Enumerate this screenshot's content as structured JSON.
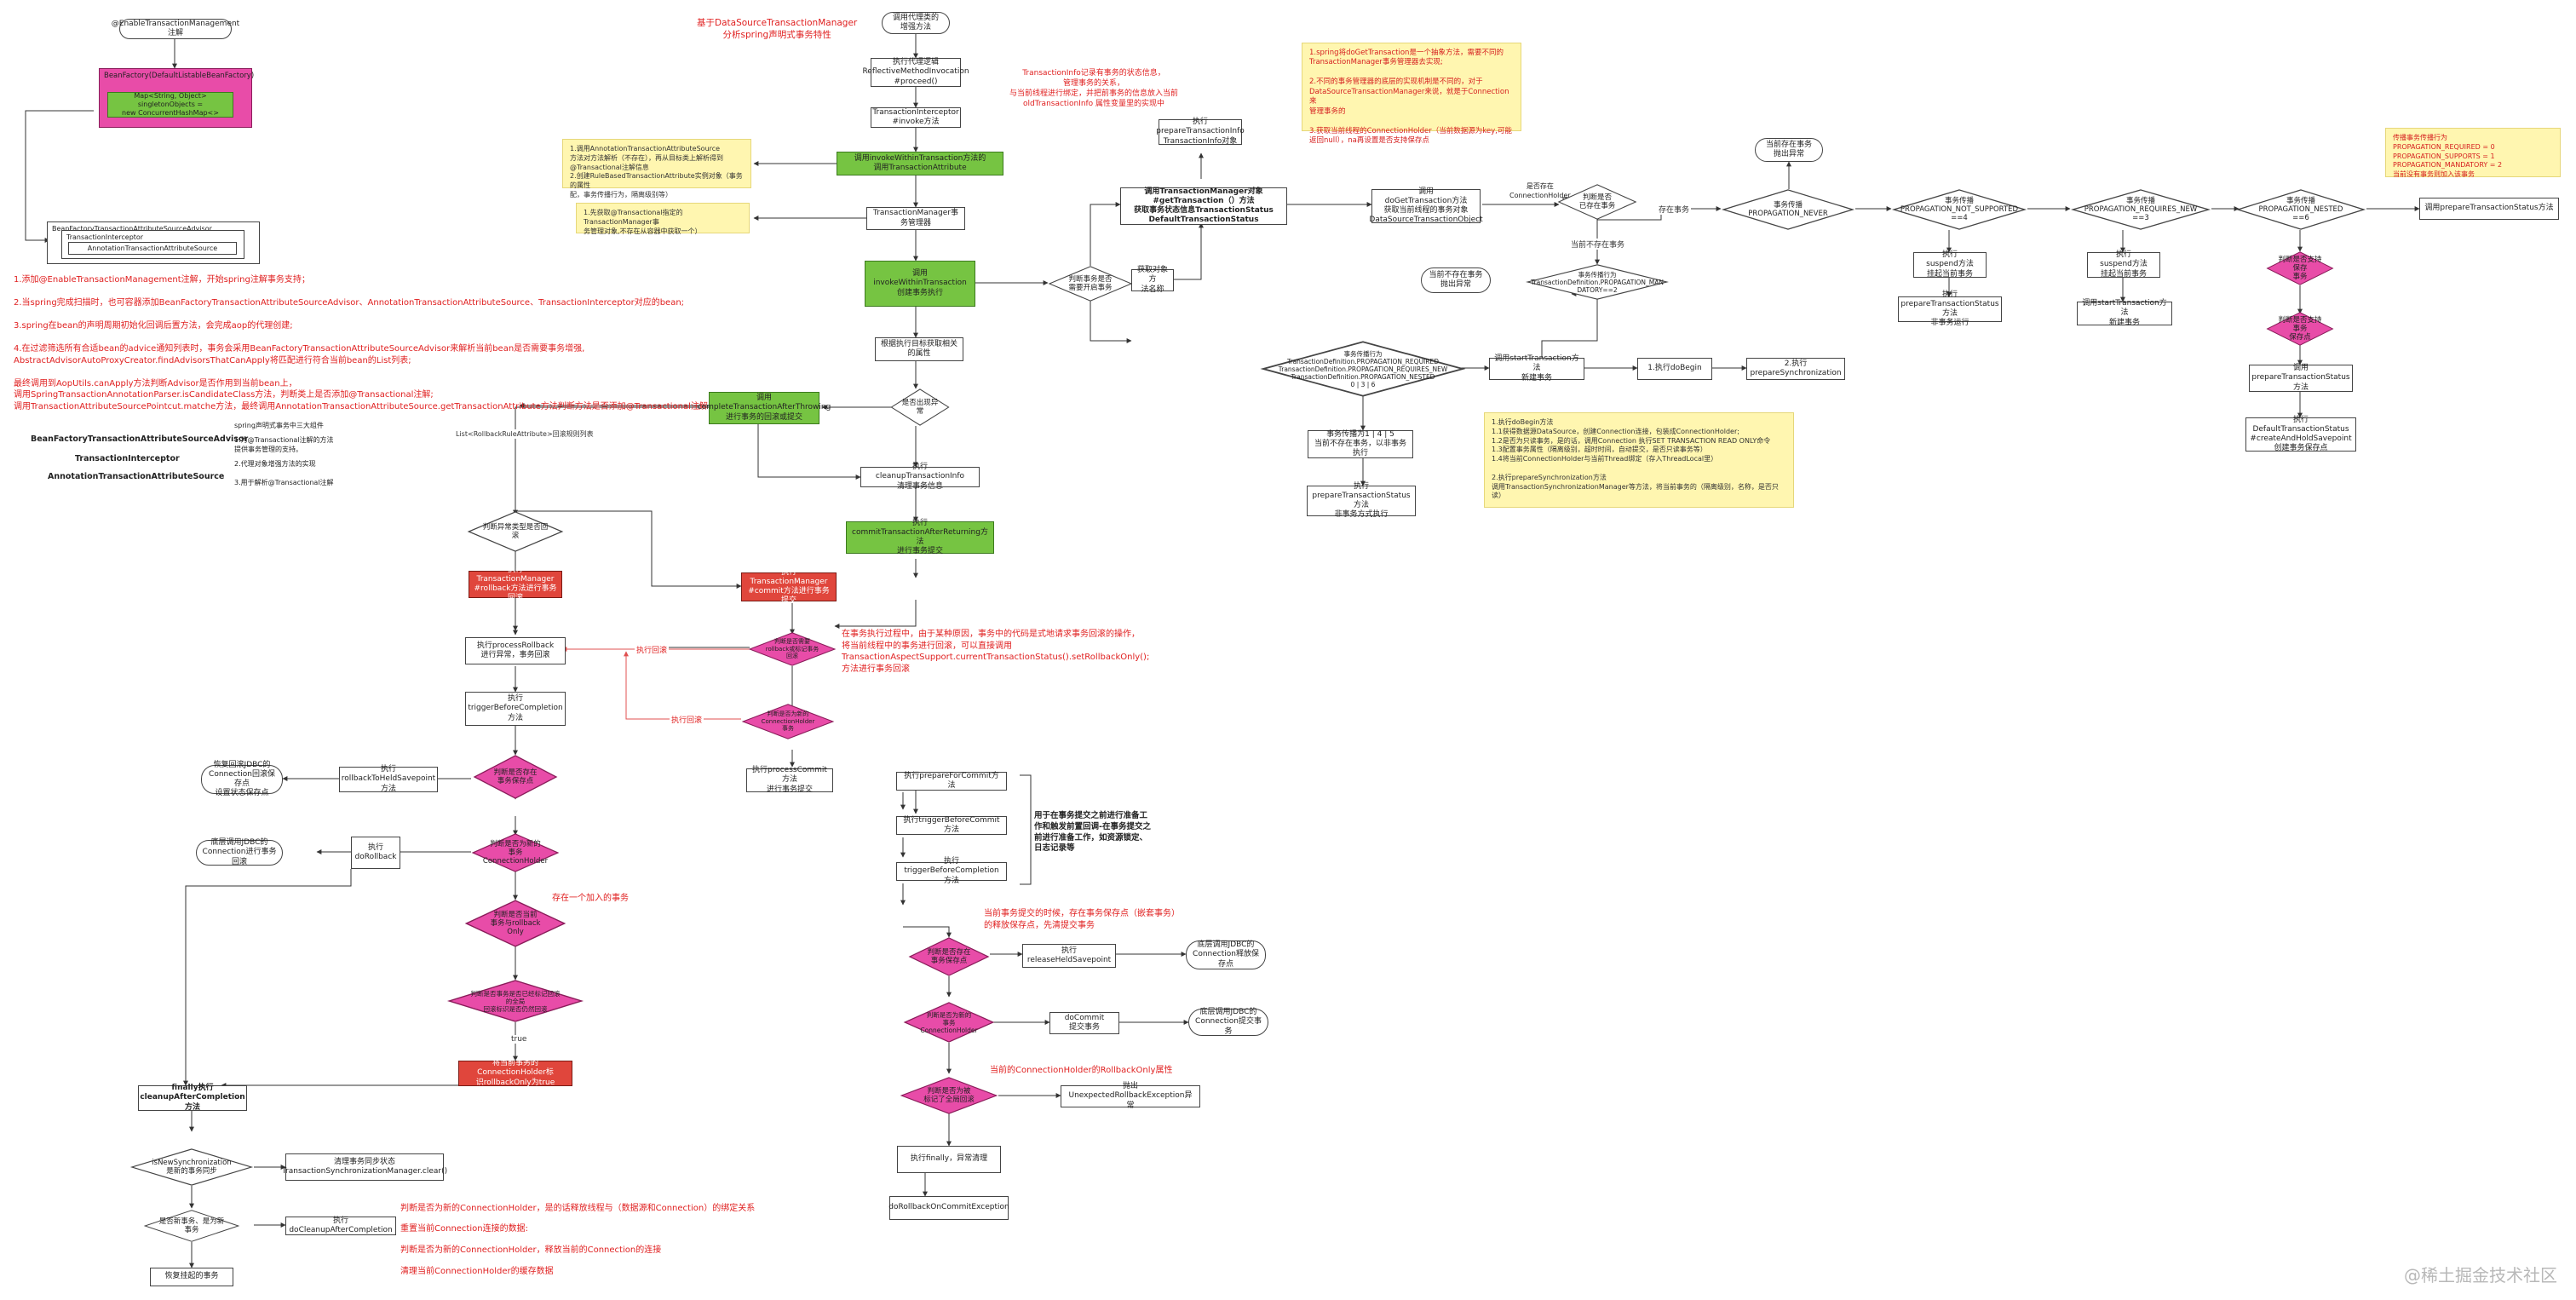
{
  "nodes": {
    "enable_tm": "@EnableTransactionManagement\n注解",
    "bean_factory": "BeanFactory(DefaultListableBeanFactory)",
    "bean_map": "Map<String, Object> singletonObjects =\nnew ConcurrentHashMap<>",
    "tx_advisor": "BeanFactoryTransactionAttributeSourceAdvisor",
    "tx_interceptor": "TransactionInterceptor",
    "annotation_source": "AnnotationTransactionAttributeSource",
    "proxy_call": "调用代理类的\n增强方法",
    "reflective": "执行代理逻辑\nReflectiveMethodInvocation\n#proceed()",
    "invoke": "TransactionInterceptor\n#invoke方法",
    "invoke_within": "调用invokeWithinTransaction方法的\n调用TransactionAttribute",
    "determine_tm": "TransactionManager事务管理器",
    "proceed_with_invocation": "调用\ninvokeWithinTransaction\n创建事务执行",
    "get_tx_attr": "根据执行目标获取相关的属性",
    "is_exception": "是否出现异常",
    "complete_after_throwing": "调用\ncompleteTransactionAfterThrowing\n进行事务的回滚或提交",
    "cleanup_info": "执行\ncleanupTransactionInfo\n清理事务信息",
    "commit_after_returning": "执行\ncommitTransactionAfterReturning方法\n进行事务提交",
    "create_if_necessary": "判断事务是否\n需要开启事务",
    "get_tx_from_tm": "获取对象方\n法名称",
    "prepare_info": "执行\nprepareTransactionInfo\nTransactionInfo对象",
    "tm_get_transaction": "调用TransactionManager对象\n#getTransaction（）方法\n获取事务状态信息TransactionStatus\nDefaultTransactionStatus",
    "do_get_transaction": "调用\ndoGetTransaction方法\n获取当前线程的事务对象\nDataSourceTransactionObject",
    "has_connection": "是否存在\nConnectionHolder",
    "is_existing": "判断是否\n已存在事务",
    "exists_label": "存在事务",
    "no_exist_label": "当前不存在事务",
    "propagation_never": "事务传播\nPROPAGATION_NEVER",
    "throw_never": "当前存在事务\n抛出异常",
    "not_supported": "事务传播\nPROPAGATION_NOT_SUPPORTED\n==4",
    "requires_new": "事务传播\nPROPAGATION_REQUIRES_NEW\n==3",
    "nested": "事务传播\nPROPAGATION_NESTED\n==6",
    "prepare_status_nested": "调用prepareTransactionStatus方法",
    "suspend1": "执行\nsuspend方法\n挂起当前事务",
    "prepare_status1": "执行\nprepareTransactionStatus方法\n非事务运行",
    "suspend2": "执行\nsuspend方法\n挂起当前事务",
    "start_tx2": "调用startTransaction方法\n新建事务",
    "savepoint_allowed": "判断是否支持保存\n事务",
    "use_savepoint": "判断是否支持事务\n保存点",
    "prepare_status3": "调用\nprepareTransactionStatus方法",
    "create_savepoint": "执行DefaultTransactionStatus\n#createAndHoldSavepoint\n创建事务保存点",
    "mandatory_check": "事务传播行为\nTransactionDefinition.PROPAGATION_MAN\nDATORY==2",
    "throw_mandatory": "当前不存在事务\n抛出异常",
    "required_check": "事务传播行为\nTransactionDefinition.PROPAGATION_REQUIRED\nTransactionDefinition.PROPAGATION_REQUIRES_NEW\nTransactionDefinition.PROPAGATION_NESTED\n0 | 3 | 6",
    "start_transaction": "调用startTransaction方法\n新建事务",
    "do_begin": "1.执行doBegin",
    "prepare_sync": "2.执行prepareSynchronization",
    "empty_tx": "事务传播为1 | 4 | 5\n当前不存在事务，以非事务执行",
    "prepare_status_empty": "执行\nprepareTransactionStatus方法\n非事务方式执行",
    "rollback_on": "判断异常类型是否回滚",
    "tm_rollback": "执行TransactionManager\n#rollback方法进行事务回滚",
    "tm_commit": "执行TransactionManager\n#commit方法进行事务提交",
    "process_rollback": "执行processRollback\n进行异常，事务回滚",
    "trigger_before_completion": "执行\ntriggerBeforeCompletion方法",
    "has_savepoint": "判断是否存在\n事务保存点",
    "rollback_to_savepoint": "执行\nrollbackToHeldSavepoint方法",
    "restore_savepoint": "恢复回滚JDBC的\nConnection回滚保存点\n设置状态保存点",
    "is_new_tx": "判断是否为新的\n事务ConnectionHolder",
    "do_rollback": "执行\ndoRollback",
    "jdbc_rollback": "底层调用JDBC的\nConnection进行事务回滚",
    "has_tx": "判断是否当前\n事务与rollback\nOnly",
    "global_rollback": "判断是否事务是否已经标记回滚\n的全局\n回滚标识是否仍然回滚",
    "set_rollback_only": "将当前事务的ConnectionHolder标\n识rollbackOnly为true",
    "finally_cleanup": "finally执行\ncleanupAfterCompletion方法",
    "is_new_sync": "isNewSynchronization\n是新的事务同步",
    "clear_sync": "清理事务同步状态\nTransactionSynchronizationManager.clear()",
    "is_new_tx2": "是否新事务、是为新事务",
    "do_cleanup": "执行doCleanupAfterCompletion",
    "resume": "恢复挂起的事务",
    "is_rollback_only": "判断是否需要\nrollback或标记事务\n回滚",
    "is_new_conn_holder": "判断是否为新的\nConnectionHolder\n事务",
    "process_commit": "执行processCommit方法\n进行事务提交",
    "prepare_for_commit": "执行prepareForCommit方法",
    "trigger_before_commit": "执行triggerBeforeCommit方法",
    "trigger_before_completion2": "执行triggerBeforeCompletion方法",
    "commit_has_savepoint": "判断是否存在\n事务保存点",
    "release_savepoint": "执行\nreleaseHeldSavepoint",
    "release_jdbc": "底层调用JDBC的\nConnection释放保\n存点",
    "commit_is_new": "判断是否为新的\n事务ConnectionHolder",
    "do_commit": "doCommit\n提交事务",
    "jdbc_commit": "底层调用JDBC的\nConnection提交事务",
    "commit_rollback_only": "判断是否为被\n标记了全局回滚",
    "unexpected_rollback": "抛出UnexpectedRollbackException异常",
    "do_finally": "执行finally，异常清理",
    "do_rollback_on_commit": "doRollbackOnCommitException"
  },
  "edges": {
    "rollback_branch1": "执行回滚",
    "rollback_branch2": "执行回滚",
    "rollback_rule": "List<RollbackRuleAttribute>回滚规则列表",
    "true_label": "true",
    "has_exception": "存在事务",
    "no_exception": "当前不存在事务",
    "current_holder": "当前ConnectionHolder"
  },
  "notes": {
    "title_red": "基于DataSourceTransactionManager\n分析spring声明式事务特性",
    "info_red": "TransactionInfo记录有事务的状态信息，\n管理事务的关系，\n与当前线程进行绑定，并把前事务的信息放入当前\noldTransactionInfo 属性变量里的实现中",
    "note_invoke": "1.调用AnnotationTransactionAttributeSource\n方法对方法解析（不存在），再从目标类上解析得到\n@Transactional注解信息\n2.创建RuleBasedTransactionAttribute实例对象（事务的属性\n配，事务传播行为，隔离级别等）",
    "note_tm": "1.先获取@Transactional指定的TransactionManager事\n务管理对象,不存在从容器中获取一个）",
    "note_get_tx": "1.spring将doGetTransaction是一个抽象方法，需要不同的\nTransactionManager事务管理器去实现;\n\n2.不同的事务管理器的底层的实现机制是不同的，对于\nDataSourceTransactionManager来说，就是于Connection来\n管理事务的\n\n3.获取当前线程的ConnectionHolder（当前数据源为key,可能\n返回null），na再设置是否支持保存点",
    "note_propagation": "传播事务传播行为\nPROPAGATION_REQUIRED = 0\nPROPAGATION_SUPPORTS = 1\nPROPAGATION_MANDATORY = 2\n当前没有事务则加入该事务",
    "note_do_begin": "1.执行doBegin方法\n1.1获得数据源DataSource，创建Connection连接，包装成ConnectionHolder;\n1.2是否为只读事务，是的话，调用Connection 执行SET TRANSACTION READ ONLY命令\n1.3配置事务属性（隔离级别，超时时间，自动提交，是否只读事务等）\n1.4将当前ConnectionHolder与当前Thread绑定（存入ThreadLocal里）\n\n2.执行prepareSynchronization方法\n调用TransactionSynchronizationManager等方法，将当前事务的（隔离级别，名称，是否只\n读）",
    "steps_red": "1.添加@EnableTransactionManagement注解，开始spring注解事务支持；\n\n2.当spring完成扫描时，也可容器添加BeanFactoryTransactionAttributeSourceAdvisor、AnnotationTransactionAttributeSource、TransactionInterceptor对应的bean;\n\n3.spring在bean的声明周期初始化回调后置方法，会完成aop的代理创建;\n\n4.在过滤筛选所有合适bean的advice通知列表时，事务会采用BeanFactoryTransactionAttributeSourceAdvisor来解析当前bean是否需要事务增强,\nAbstractAdvisorAutoProxyCreator.findAdvisorsThatCanApply将匹配进行符合当前bean的List列表;\n\n最终调用到AopUtils.canApply方法判断Advisor是否作用到当前bean上，\n调用SpringTransactionAnnotationParser.isCandidateClass方法，判断类上是否添加@Transactional注解;\n调用TransactionAttributeSourcePointcut.matche方法，最终调用AnnotationTransactionAttributeSource.getTransactionAttribute方法判断方法是否添加@Transactional注解",
    "role_advisor": "BeanFactoryTransactionAttributeSourceAdvisor",
    "role_interceptor": "TransactionInterceptor",
    "role_annotation": "AnnotationTransactionAttributeSource",
    "role_desc1": "spring声明式事务中三大组件",
    "role_desc2": "1.为@Transactional注解的方法\n提供事务管理的支持。",
    "role_desc3": "2.代理对象增强方法的实现",
    "role_desc4": "3.用于解析@Transactional注解",
    "exec_red": "在事务执行过程中，由于某种原因，事务中的代码是式地请求事务回滚的操作，\n将当前线程中的事务进行回滚，可以直接调用\nTransactionAspectSupport.currentTransactionStatus().setRollbackOnly();\n方法进行事务回滚",
    "nested_red": "存在一个加入的事务",
    "commit_note": "用于在事务提交之前进行准备工\n作和触发前置回调-在事务提交之\n前进行准备工作，如资源锁定、\n日志记录等",
    "savepoint_red": "当前事务提交的时候，存在事务保存点（嵌套事务）\n的释放保存点，先清提交事务",
    "rollback_only_red": "当前的ConnectionHolder的RollbackOnly属性",
    "cleanup_red1": "判断是否为新的ConnectionHolder，是的话释放线程与（数据源和Connection）的绑定关系",
    "cleanup_red2": "重置当前Connection连接的数据:",
    "cleanup_red3": "判断是否为新的ConnectionHolder，释放当前的Connection的连接",
    "cleanup_red4": "清理当前ConnectionHolder的缓存数据"
  },
  "watermark": "@稀土掘金技术社区",
  "colors": {
    "green": "#76c442",
    "pink": "#e84ca8",
    "red": "#e0463c",
    "note": "#fff6b0",
    "annotation": "#e02020"
  }
}
